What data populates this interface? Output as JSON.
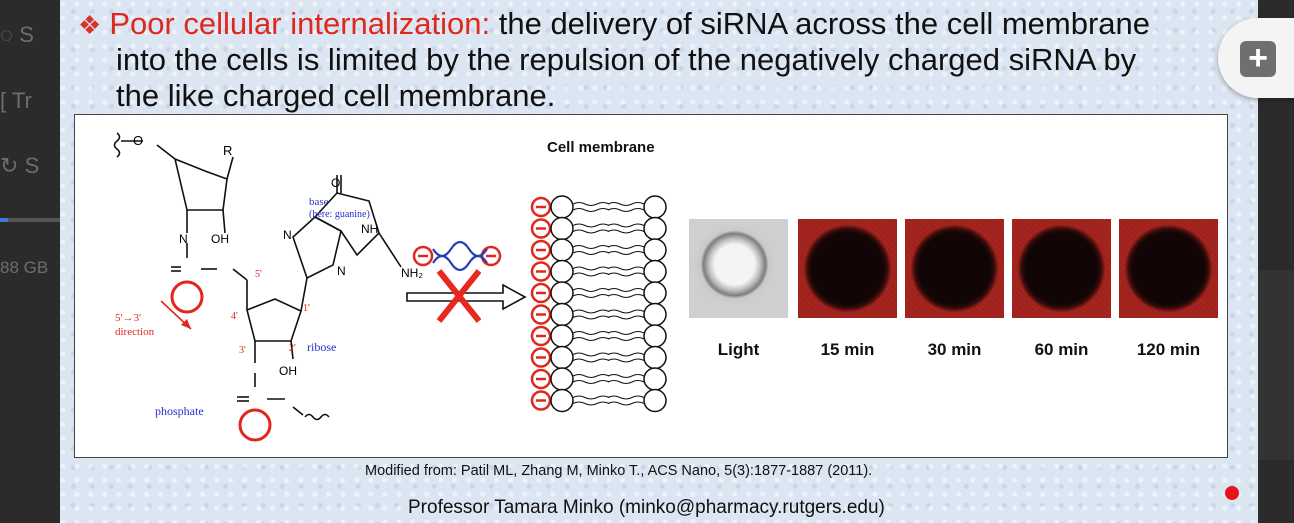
{
  "left_panel": {
    "rows": [
      "S",
      "Tr",
      "S"
    ],
    "size_text": "88 GB"
  },
  "slide": {
    "bullet_symbol": "❖",
    "line1_red": "Poor cellular internalization:",
    "line1_rest": " the delivery of siRNA across the cell membrane",
    "line2": "into the cells is limited by the repulsion of the negatively charged siRNA by",
    "line3": "the like charged cell membrane."
  },
  "figure": {
    "labels": {
      "base": "base",
      "base_note": "(here: guanine)",
      "ribose": "ribose",
      "phosphate": "phosphate",
      "direction_arrow": "5'→3'",
      "direction": "direction",
      "NH": "NH",
      "NH2": "NH₂",
      "N1": "N",
      "N2": "N",
      "N3": "N",
      "O_top": "O",
      "OH1": "OH",
      "OH2": "OH",
      "R": "R",
      "prime5": "5'",
      "prime4": "4'",
      "prime3": "3'",
      "prime2": "2'",
      "prime1": "1'"
    },
    "membrane_title": "Cell membrane",
    "tiles": [
      "Light",
      "15 min",
      "30 min",
      "60 min",
      "120 min"
    ]
  },
  "caption": "Modified from: Patil ML, Zhang M, Minko T., ACS Nano, 5(3):1877-1887 (2011).",
  "professor": "Professor Tamara Minko (minko@pharmacy.rutgers.edu)",
  "colors": {
    "accent_red": "#e0271d",
    "slide_bg": "#dce6f2",
    "fab_icon": "#6f6f6f"
  },
  "icons": {
    "fab": "plus-icon"
  }
}
